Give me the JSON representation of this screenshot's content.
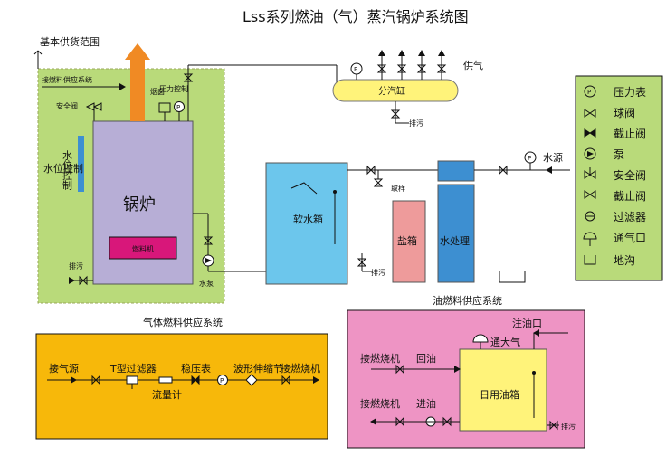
{
  "title": "Lss系列燃油（气）蒸汽锅炉系统图",
  "basic_scope": {
    "label": "基本供货范围",
    "fuel_supply": "接燃料供应系统",
    "safety_valve": "安全阀",
    "water_level": "水位控制",
    "chimney": "烟囱",
    "pressure_control": "压力控制",
    "boiler": "锅炉",
    "burner": "燃料机",
    "drain": "排污",
    "pump": "水泵"
  },
  "steam": {
    "header": "分汽缸",
    "supply": "供气",
    "drain": "排污"
  },
  "water": {
    "soft_tank": "软水箱",
    "sampling": "取样",
    "salt_tank": "盐箱",
    "treatment": "水处理",
    "source": "水源",
    "drain": "排污"
  },
  "legend": {
    "items": [
      {
        "icon": "pressure-gauge-icon",
        "label": "压力表"
      },
      {
        "icon": "ball-valve-icon",
        "label": "球阀"
      },
      {
        "icon": "stop-valve-icon",
        "label": "截止阀"
      },
      {
        "icon": "pump-icon",
        "label": "泵"
      },
      {
        "icon": "safety-valve-icon",
        "label": "安全阀"
      },
      {
        "icon": "stop-valve-icon",
        "label": "截止阀"
      },
      {
        "icon": "filter-icon",
        "label": "过滤器"
      },
      {
        "icon": "vent-icon",
        "label": "通气口"
      },
      {
        "icon": "trench-icon",
        "label": "地沟"
      }
    ]
  },
  "gas_system": {
    "label": "气体燃料供应系统",
    "gas_source": "接气源",
    "filter": "T型过滤器",
    "flowmeter": "流量计",
    "pressure_gauge": "稳压表",
    "bellows": "波形伸缩节",
    "to_burner": "接燃烧机"
  },
  "oil_system": {
    "label": "油燃料供应系统",
    "fill_port": "注油口",
    "vent": "通大气",
    "burner_return": "接燃烧机",
    "return_oil": "回油",
    "burner_supply": "接燃烧机",
    "supply_oil": "进油",
    "day_tank": "日用油箱",
    "drain": "排污"
  },
  "colors": {
    "basic_scope_fill": "#b9da7a",
    "boiler_fill": "#b7aed6",
    "burner_fill": "#d8177a",
    "chimney_fill": "#f08a24",
    "header_fill": "#fff37a",
    "soft_tank_fill": "#6cc6ec",
    "salt_tank_fill": "#ee9b9b",
    "treatment_fill": "#3d8fd1",
    "legend_fill": "#b9da7a",
    "gas_fill": "#f7b80a",
    "oil_fill": "#ee94c4",
    "day_tank_fill": "#fff37a"
  }
}
